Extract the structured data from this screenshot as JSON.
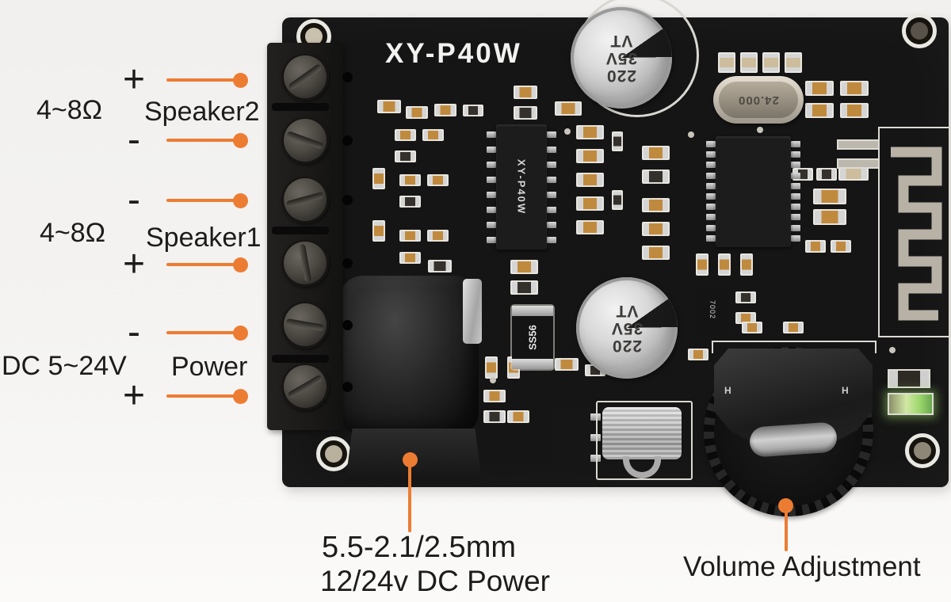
{
  "image_type": "annotated product photo of a Bluetooth amplifier PCB",
  "colors": {
    "accent": "#ED7C33",
    "background": "#F2F1EE",
    "board": "#151515",
    "led": "#A9D96B"
  },
  "annotations": {
    "speaker2": {
      "impedance": "4~8Ω",
      "label": "Speaker2",
      "top_sign": "+",
      "bottom_sign": "-"
    },
    "speaker1": {
      "impedance": "4~8Ω",
      "label": "Speaker1",
      "top_sign": "-",
      "bottom_sign": "+"
    },
    "power": {
      "impedance": "DC 5~24V",
      "label": "Power",
      "top_sign": "-",
      "bottom_sign": "+"
    },
    "dc_jack": {
      "line1": "5.5-2.1/2.5mm",
      "line2": "12/24v DC Power"
    },
    "volume": {
      "label": "Volume Adjustment"
    }
  },
  "board": {
    "silkscreen_title": "XY-P40W",
    "amp_chip_marking": "XY-P40W",
    "capacitor_marking": {
      "line1": "220",
      "line2": "35V",
      "line3": "VT"
    },
    "crystal_marking": "24.000",
    "diode_marking": "SS56",
    "transistor_marking": "7002",
    "pot_marking_left": "H",
    "pot_marking_right": "H"
  }
}
